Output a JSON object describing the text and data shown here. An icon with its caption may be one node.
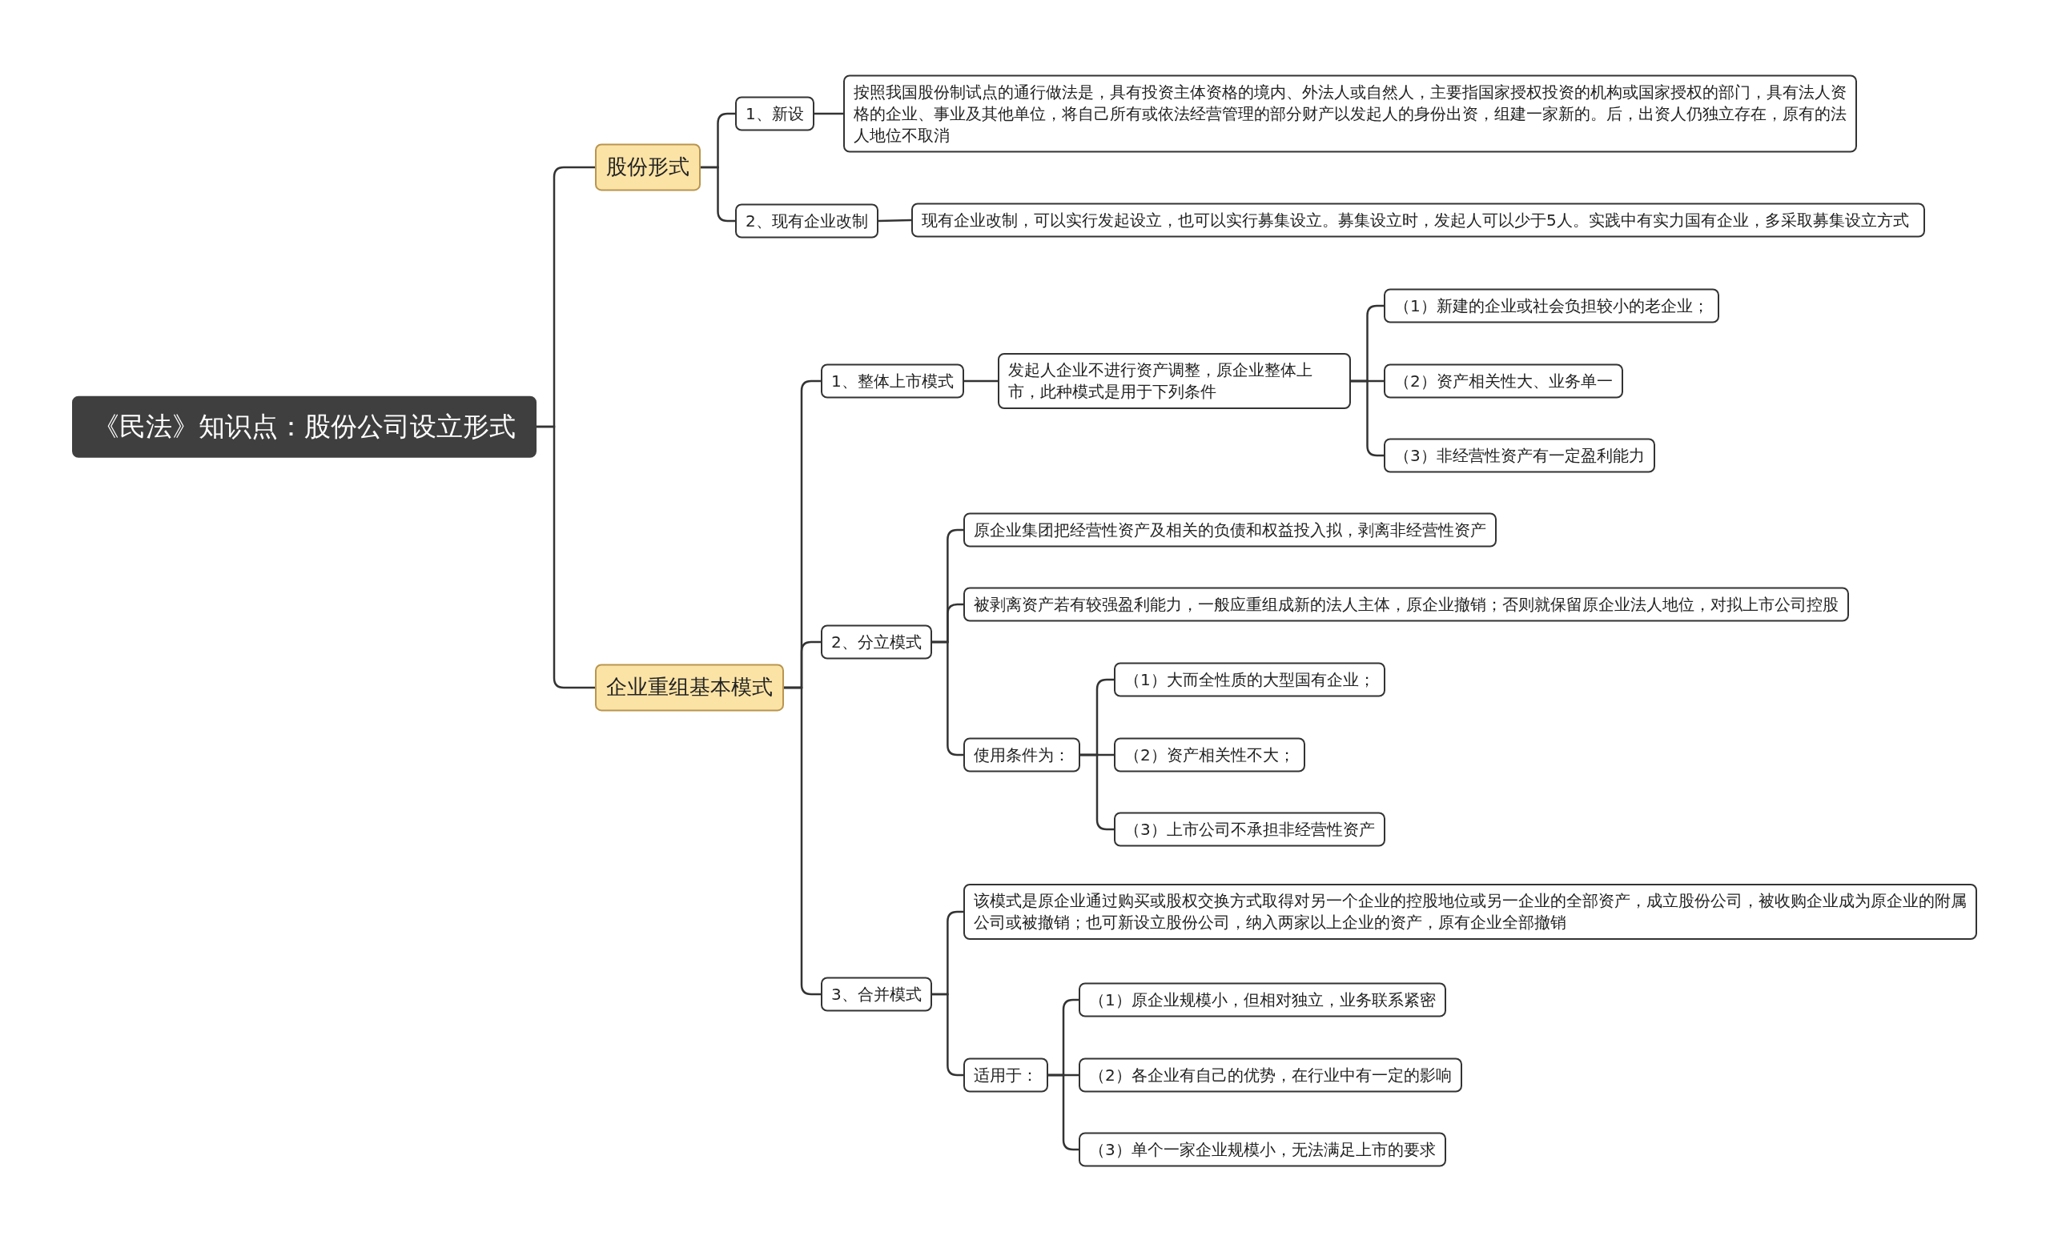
{
  "diagram": {
    "nodes": [
      {
        "text": [
          "《民法》知识点：股份公司设立形式"
        ]
      },
      {
        "text": [
          "股份形式"
        ]
      },
      {
        "text": [
          "1、新设"
        ]
      },
      {
        "text": [
          "按照我国股份制试点的通行做法是，具有投资主体资格的境内、外法人或自然人，主要指国家授权投资的机构或国家授权的部门，具有法人资格的企业、事业及其他单位，将自己所有或依法经营管理的部分财产以发起人的身份出资，组建一家新的。后，出资人仍独立存在，原有的法人地位不取消"
        ]
      },
      {
        "text": [
          "2、现有企业改制"
        ]
      },
      {
        "text": [
          "现有企业改制，可以实行发起设立，也可以实行募集设立。募集设立时，发起人可以少于5人。实践中有实力国有企业，多采取募集设立方式"
        ]
      },
      {
        "text": [
          "企业重组基本模式"
        ]
      },
      {
        "text": [
          "1、整体上市模式"
        ]
      },
      {
        "text": [
          "发起人企业不进行资产调整，原企业整体上市，此种模式是用于下列条件"
        ]
      },
      {
        "text": [
          "（1）新建的企业或社会负担较小的老企业；"
        ]
      },
      {
        "text": [
          "（2）资产相关性大、业务单一"
        ]
      },
      {
        "text": [
          "（3）非经营性资产有一定盈利能力"
        ]
      },
      {
        "text": [
          "2、分立模式"
        ]
      },
      {
        "text": [
          "原企业集团把经营性资产及相关的负债和权益投入拟，剥离非经营性资产"
        ]
      },
      {
        "text": [
          "被剥离资产若有较强盈利能力，一般应重组成新的法人主体，原企业撤销；否则就保留原企业法人地位，对拟上市公司控股"
        ]
      },
      {
        "text": [
          "使用条件为："
        ]
      },
      {
        "text": [
          "（1）大而全性质的大型国有企业；"
        ]
      },
      {
        "text": [
          "（2）资产相关性不大；"
        ]
      },
      {
        "text": [
          "（3）上市公司不承担非经营性资产"
        ]
      },
      {
        "text": [
          "3、合并模式"
        ]
      },
      {
        "text": [
          "该模式是原企业通过购买或股权交换方式取得对另一个企业的控股地位或另一企业的全部资产，成立股份公司，被收购企业成为原企业的附属公司或被撤销；也可新设立股份公司，纳入两家以上企业的资产，原有企业全部撤销"
        ]
      },
      {
        "text": [
          "适用于："
        ]
      },
      {
        "text": [
          "（1）原企业规模小，但相对独立，业务联系紧密"
        ]
      },
      {
        "text": [
          "（2）各企业有自己的优势，在行业中有一定的影响"
        ]
      },
      {
        "text": [
          "（3）单个一家企业规模小，无法满足上市的要求"
        ]
      }
    ],
    "edges": [
      {
        "from": 0,
        "to": 1,
        "arrow": "none"
      },
      {
        "from": 0,
        "to": 6,
        "arrow": "none"
      },
      {
        "from": 1,
        "to": 2,
        "arrow": "none"
      },
      {
        "from": 1,
        "to": 4,
        "arrow": "none"
      },
      {
        "from": 2,
        "to": 3,
        "arrow": "none"
      },
      {
        "from": 4,
        "to": 5,
        "arrow": "none"
      },
      {
        "from": 6,
        "to": 7,
        "arrow": "none"
      },
      {
        "from": 6,
        "to": 12,
        "arrow": "none"
      },
      {
        "from": 6,
        "to": 19,
        "arrow": "none"
      },
      {
        "from": 7,
        "to": 8,
        "arrow": "none"
      },
      {
        "from": 8,
        "to": 9,
        "arrow": "none"
      },
      {
        "from": 8,
        "to": 10,
        "arrow": "none"
      },
      {
        "from": 8,
        "to": 11,
        "arrow": "none"
      },
      {
        "from": 12,
        "to": 13,
        "arrow": "none"
      },
      {
        "from": 12,
        "to": 14,
        "arrow": "none"
      },
      {
        "from": 12,
        "to": 15,
        "arrow": "none"
      },
      {
        "from": 15,
        "to": 16,
        "arrow": "none"
      },
      {
        "from": 15,
        "to": 17,
        "arrow": "none"
      },
      {
        "from": 15,
        "to": 18,
        "arrow": "none"
      },
      {
        "from": 19,
        "to": 20,
        "arrow": "none"
      },
      {
        "from": 19,
        "to": 21,
        "arrow": "none"
      },
      {
        "from": 21,
        "to": 22,
        "arrow": "none"
      },
      {
        "from": 21,
        "to": 23,
        "arrow": "none"
      },
      {
        "from": 21,
        "to": 24,
        "arrow": "none"
      }
    ]
  }
}
